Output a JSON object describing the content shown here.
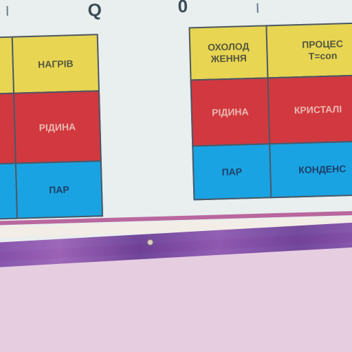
{
  "header": {
    "left_symbol": "Q",
    "right_symbol": "0"
  },
  "left_table": {
    "cells": [
      "НАГРІВ",
      "РІДИНА",
      "ПАР"
    ]
  },
  "right_table": {
    "col1": [
      "ОХОЛОД\nЖЕННЯ",
      "РІДИНА",
      "ПАР"
    ],
    "col2": [
      "ПРОЦЕС\nT=con",
      "КРИСТАЛІ",
      "КОНДЕНС"
    ]
  },
  "colors": {
    "yellow": "#e8d552",
    "red": "#d2383f",
    "blue": "#1aa3e2",
    "border": "#4a5866"
  }
}
